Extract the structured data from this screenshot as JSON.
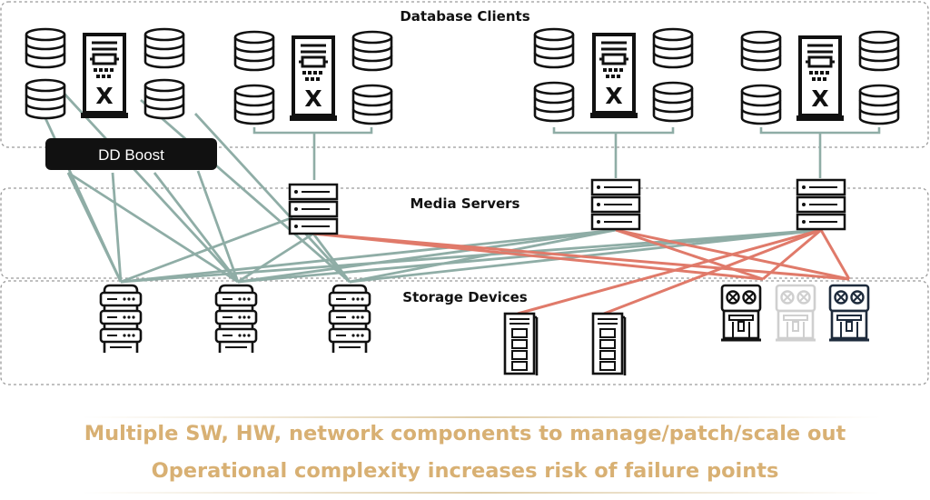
{
  "zones": {
    "clients_title": "Database Clients",
    "media_title": "Media Servers",
    "storage_title": "Storage Devices"
  },
  "dd_boost_label": "DD Boost",
  "server_mark": "X",
  "footer": {
    "line1": "Multiple SW, HW, network components to manage/patch/scale out",
    "line2": "Operational complexity increases risk of failure points"
  },
  "colors": {
    "accent": "#d8b073",
    "green_link": "#8fada6",
    "red_link": "#e07a6a",
    "zone_border": "#9a9a9a",
    "icon_stroke": "#111111",
    "faded_icon": "#cfcfcf",
    "navy_icon": "#1e2b3c"
  },
  "icons": {
    "database": "database-cylinder-icon",
    "client_server": "server-tower-icon",
    "media_server": "rack-server-icon",
    "storage_array": "storage-rack-icon",
    "storage_tower": "tower-server-icon",
    "tape_device": "tape-drive-icon"
  }
}
